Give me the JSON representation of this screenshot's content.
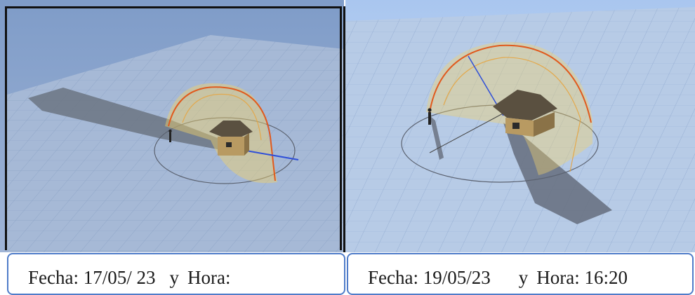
{
  "captions": {
    "left": {
      "fecha_label": "Fecha: 17/05/ 23",
      "y_label": "y",
      "hora_label": "Hora:"
    },
    "right": {
      "fecha_label": "Fecha: 19/05/23",
      "y_label": "y",
      "hora_label": "Hora: 16:20"
    }
  },
  "colors": {
    "sky_top": "#8aa6cf",
    "ground": "#a9bdd8",
    "grid": "#7e97bd",
    "sun_path": "#f2d36b",
    "sun_arc": "#e05a1e",
    "shadow": "#6b7483",
    "house_wall": "#b89a62",
    "house_roof": "#5a5040",
    "north_arrow": "#2f4fd8",
    "caption_border": "#4f7cc9"
  },
  "icons": {
    "house": "house-icon",
    "human_figure": "person-icon",
    "sun_path_dome": "sun-path-dome",
    "compass_ring": "compass-ring"
  }
}
